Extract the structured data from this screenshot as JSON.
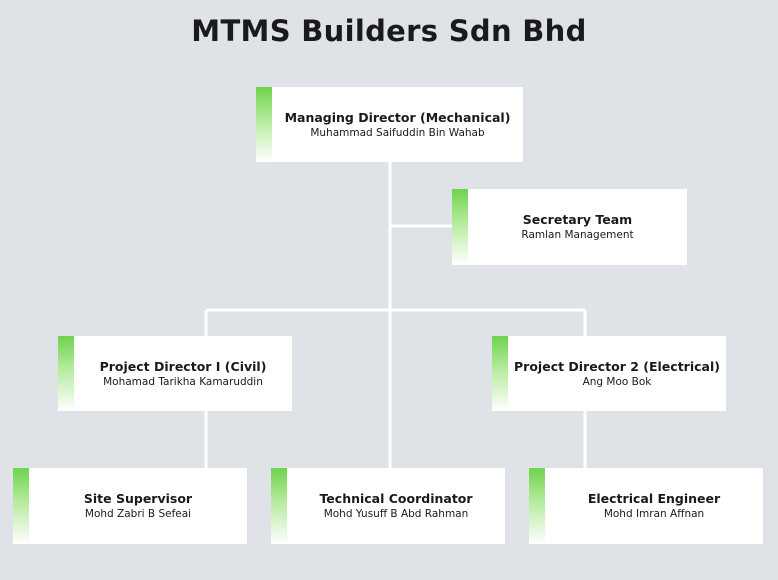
{
  "title": "MTMS Builders Sdn Bhd",
  "colors": {
    "background": "#dfe3e8",
    "box": "#ffffff",
    "accent": "#6fd34e",
    "connector": "#ffffff"
  },
  "nodes": {
    "managing_director": {
      "role": "Managing Director (Mechanical)",
      "name": "Muhammad Saifuddin Bin Wahab"
    },
    "secretary": {
      "role": "Secretary Team",
      "name": "Ramlan Management"
    },
    "pd_civil": {
      "role": "Project Director I (Civil)",
      "name": "Mohamad Tarikha Kamaruddin"
    },
    "pd_electrical": {
      "role": "Project Director 2 (Electrical)",
      "name": "Ang Moo Bok"
    },
    "site_supervisor": {
      "role": "Site Supervisor",
      "name": "Mohd Zabri B Sefeai"
    },
    "technical_coordinator": {
      "role": "Technical Coordinator",
      "name": "Mohd Yusuff B Abd Rahman"
    },
    "electrical_engineer": {
      "role": "Electrical Engineer",
      "name": "Mohd Imran Affnan"
    }
  }
}
